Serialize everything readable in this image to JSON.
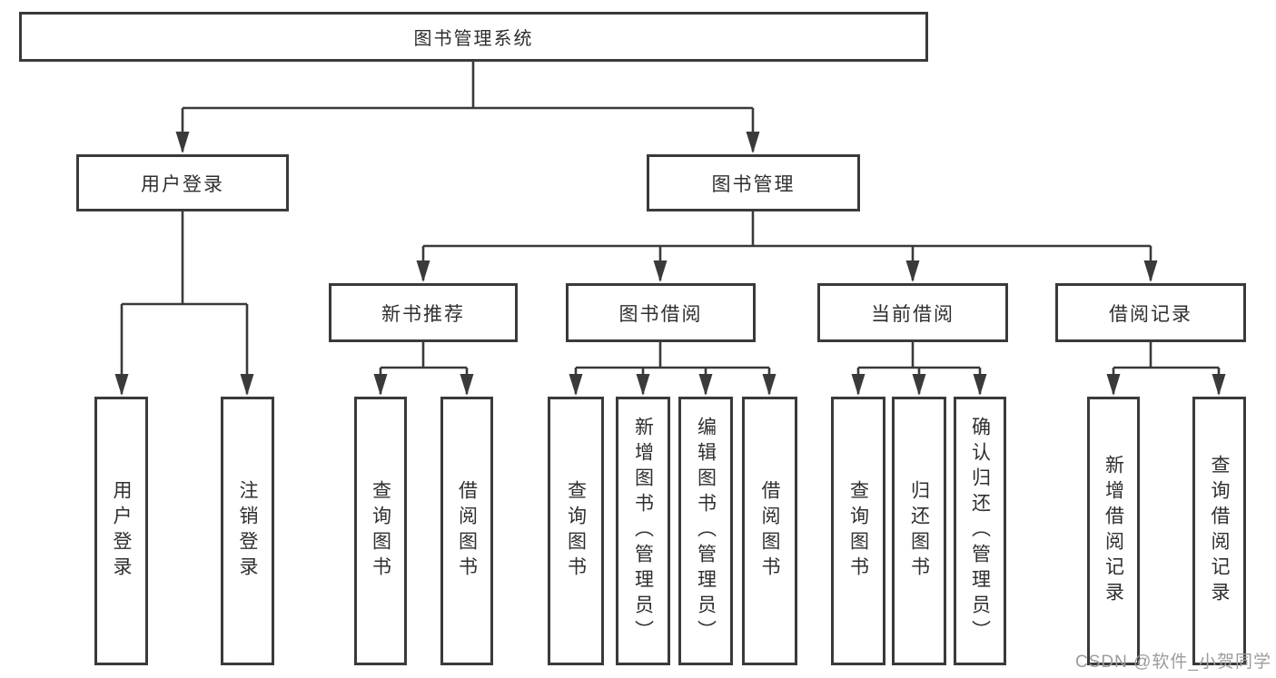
{
  "tree": {
    "root": {
      "label": "图书管理系统",
      "children": [
        {
          "label": "用户登录",
          "children": [
            {
              "label": "用户登录"
            },
            {
              "label": "注销登录"
            }
          ]
        },
        {
          "label": "图书管理",
          "children": [
            {
              "label": "新书推荐",
              "children": [
                {
                  "label": "查询图书"
                },
                {
                  "label": "借阅图书"
                }
              ]
            },
            {
              "label": "图书借阅",
              "children": [
                {
                  "label": "查询图书"
                },
                {
                  "label": "新增图书（管理员）"
                },
                {
                  "label": "编辑图书（管理员）"
                },
                {
                  "label": "借阅图书"
                }
              ]
            },
            {
              "label": "当前借阅",
              "children": [
                {
                  "label": "查询图书"
                },
                {
                  "label": "归还图书"
                },
                {
                  "label": "确认归还（管理员）"
                }
              ]
            },
            {
              "label": "借阅记录",
              "children": [
                {
                  "label": "新增借阅记录"
                },
                {
                  "label": "查询借阅记录"
                }
              ]
            }
          ]
        }
      ]
    }
  },
  "watermark": {
    "text": "CSDN @软件_小贺同学"
  },
  "colors": {
    "line": "#3a3a3a",
    "text": "#2f2f2f",
    "watermark": "#9c9c9c",
    "background": "#ffffff"
  }
}
